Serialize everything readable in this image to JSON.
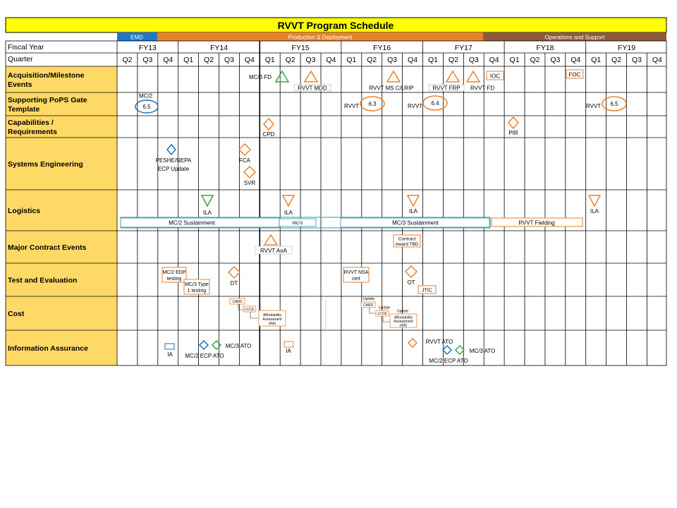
{
  "title": "RVVT Program Schedule",
  "phases": [
    {
      "label": "EMD",
      "color": "#1f77c9"
    },
    {
      "label": "Production & Deployment",
      "color": "#e8822c"
    },
    {
      "label": "Operations and Support",
      "color": "#8b5a3c"
    }
  ],
  "header": {
    "fiscal_year_label": "Fiscal Year",
    "quarter_label": "Quarter"
  },
  "fiscal_years": [
    "FY13",
    "FY14",
    "FY15",
    "FY16",
    "FY17",
    "FY18",
    "FY19"
  ],
  "quarters": [
    "Q2",
    "Q3",
    "Q4",
    "Q1",
    "Q2",
    "Q3",
    "Q4",
    "Q1",
    "Q2",
    "Q3",
    "Q4",
    "Q1",
    "Q2",
    "Q3",
    "Q4",
    "Q1",
    "Q2",
    "Q3",
    "Q4",
    "Q1",
    "Q2",
    "Q3",
    "Q4",
    "Q1",
    "Q2",
    "Q3",
    "Q4"
  ],
  "rows": [
    "Acquisition/Milestone Events",
    "Supporting PoPS Gate Template",
    "Capabilities / Requirements",
    "Systems Engineering",
    "Logistics",
    "Major Contract Events",
    "Test and Evaluation",
    "Cost",
    "Information Assurance"
  ],
  "milestones": {
    "mc3_fd": "MC/3 FD",
    "rvvt_mdd": "RVVT MDD",
    "rvvt_ms_c_lrip": "RVVT MS C/LRIP",
    "rvvt_frp": "RVVT FRP",
    "rvvt_fd": "RVVT FD",
    "ioc": "IOC",
    "foc": "FOC"
  },
  "pops": {
    "mc2": "MC/2",
    "g1": "6.5",
    "rvvt_a": "RVVT",
    "g2": "6.3",
    "rvvt_b": "RVVT",
    "g3": "6.4",
    "rvvt_c": "RVVT",
    "g4": "6.5"
  },
  "capabilities": {
    "cpd": "CPD",
    "pir": "PIR"
  },
  "systems_eng": {
    "peshe": "PESHE/NEPA",
    "ecp": "ECP Update",
    "fca": "FCA",
    "svr": "SVR"
  },
  "logistics": {
    "ila1": "ILA",
    "ila2": "ILA",
    "ila3": "ILA",
    "ila4": "ILA",
    "bar_mc2": "MC/2 Sustainment",
    "bar_mc3_small": "MC/3",
    "bar_mc3": "MC/3 Sustainment",
    "bar_fielding": "RVVT Fielding"
  },
  "contract": {
    "aoa": "RVVT AoA",
    "award_l1": "Contract",
    "award_l2": "Award TBD"
  },
  "test_eval": {
    "mc2_edp_l1": "MC/2 EDP",
    "mc2_edp_l2": "testing",
    "mc3_type_l1": "MC/3 Type",
    "mc3_type_l2": "1 testing",
    "dt": "DT",
    "nsa_l1": "RVVT NSA",
    "nsa_l2": "cert",
    "ot": "OT",
    "jtic": "JTIC"
  },
  "cost": {
    "card1": "CARD",
    "lccs1": "LCCE",
    "afford1_l1": "Affordability",
    "afford1_l2": "Assessment",
    "afford1_l3": "(AA)",
    "update1": "Update",
    "card2": "CARD",
    "update2": "Update",
    "lccs2": "LCCE",
    "update3": "Update",
    "afford2_l1": "Affordability",
    "afford2_l2": "Assessment",
    "afford2_l3": "(AA)"
  },
  "info_assurance": {
    "ia1": "IA",
    "mc2_ecp_ato1": "MC/2 ECP ATO",
    "mc3_ato1": "MC/3 ATO",
    "ia2": "IA",
    "rvvt_ato": "RVVT ATO",
    "mc2_ecp_ato2": "MC/2 ECP ATO",
    "mc3_ato2": "MC/3 ATO"
  },
  "colors": {
    "title_bg": "#ffff00",
    "label_bg": "#ffd966",
    "orange": "#e8822c",
    "green": "#2aa84a",
    "blue": "#1f6fb4",
    "teal": "#2e9aa8"
  }
}
